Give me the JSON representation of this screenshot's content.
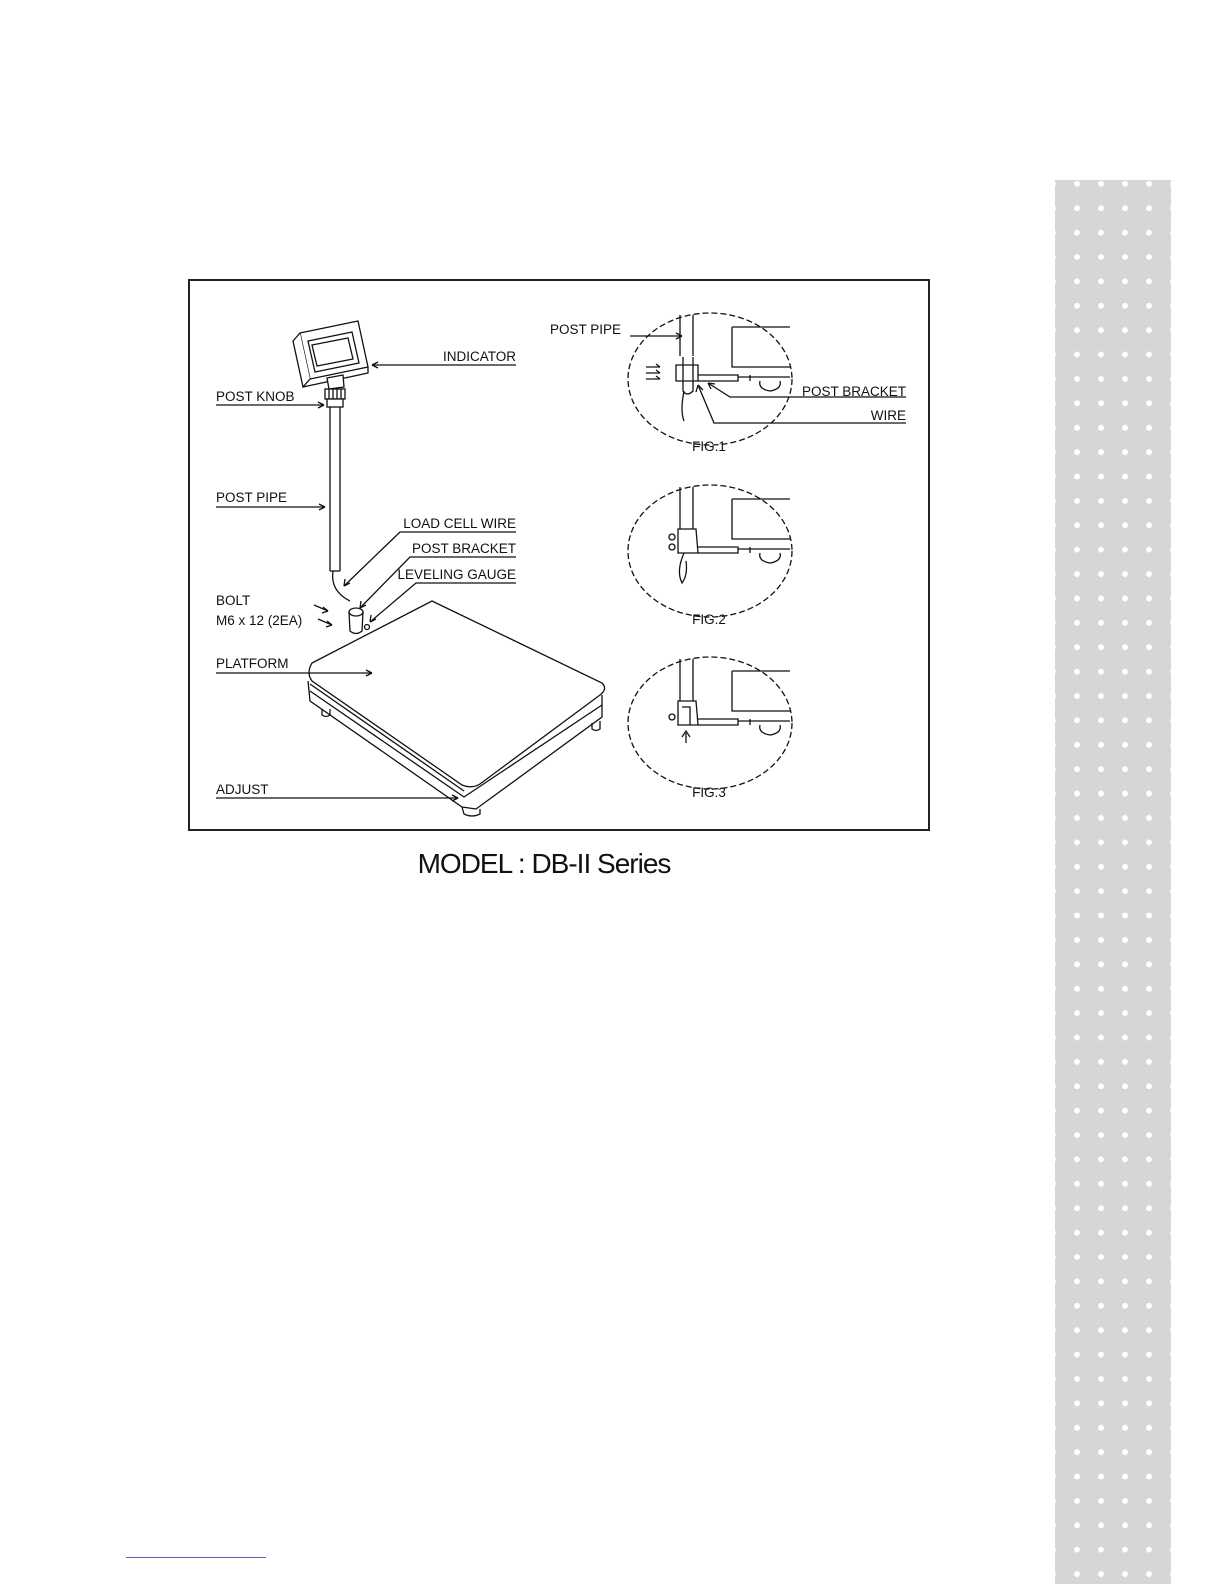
{
  "diagram": {
    "labels": {
      "indicator": "INDICATOR",
      "post_knob": "POST KNOB",
      "post_pipe": "POST PIPE",
      "load_cell_wire": "LOAD CELL WIRE",
      "post_bracket": "POST BRACKET",
      "leveling_gauge": "LEVELING GAUGE",
      "bolt": "BOLT",
      "bolt_spec": "M6 x 12 (2EA)",
      "platform": "PLATFORM",
      "adjust": "ADJUST"
    },
    "fig1": {
      "post_pipe": "POST PIPE",
      "post_bracket": "POST BRACKET",
      "wire": "WIRE",
      "caption": "FIG.1"
    },
    "fig2": {
      "caption": "FIG.2"
    },
    "fig3": {
      "caption": "FIG.3"
    }
  },
  "caption": "MODEL : DB-II Series"
}
